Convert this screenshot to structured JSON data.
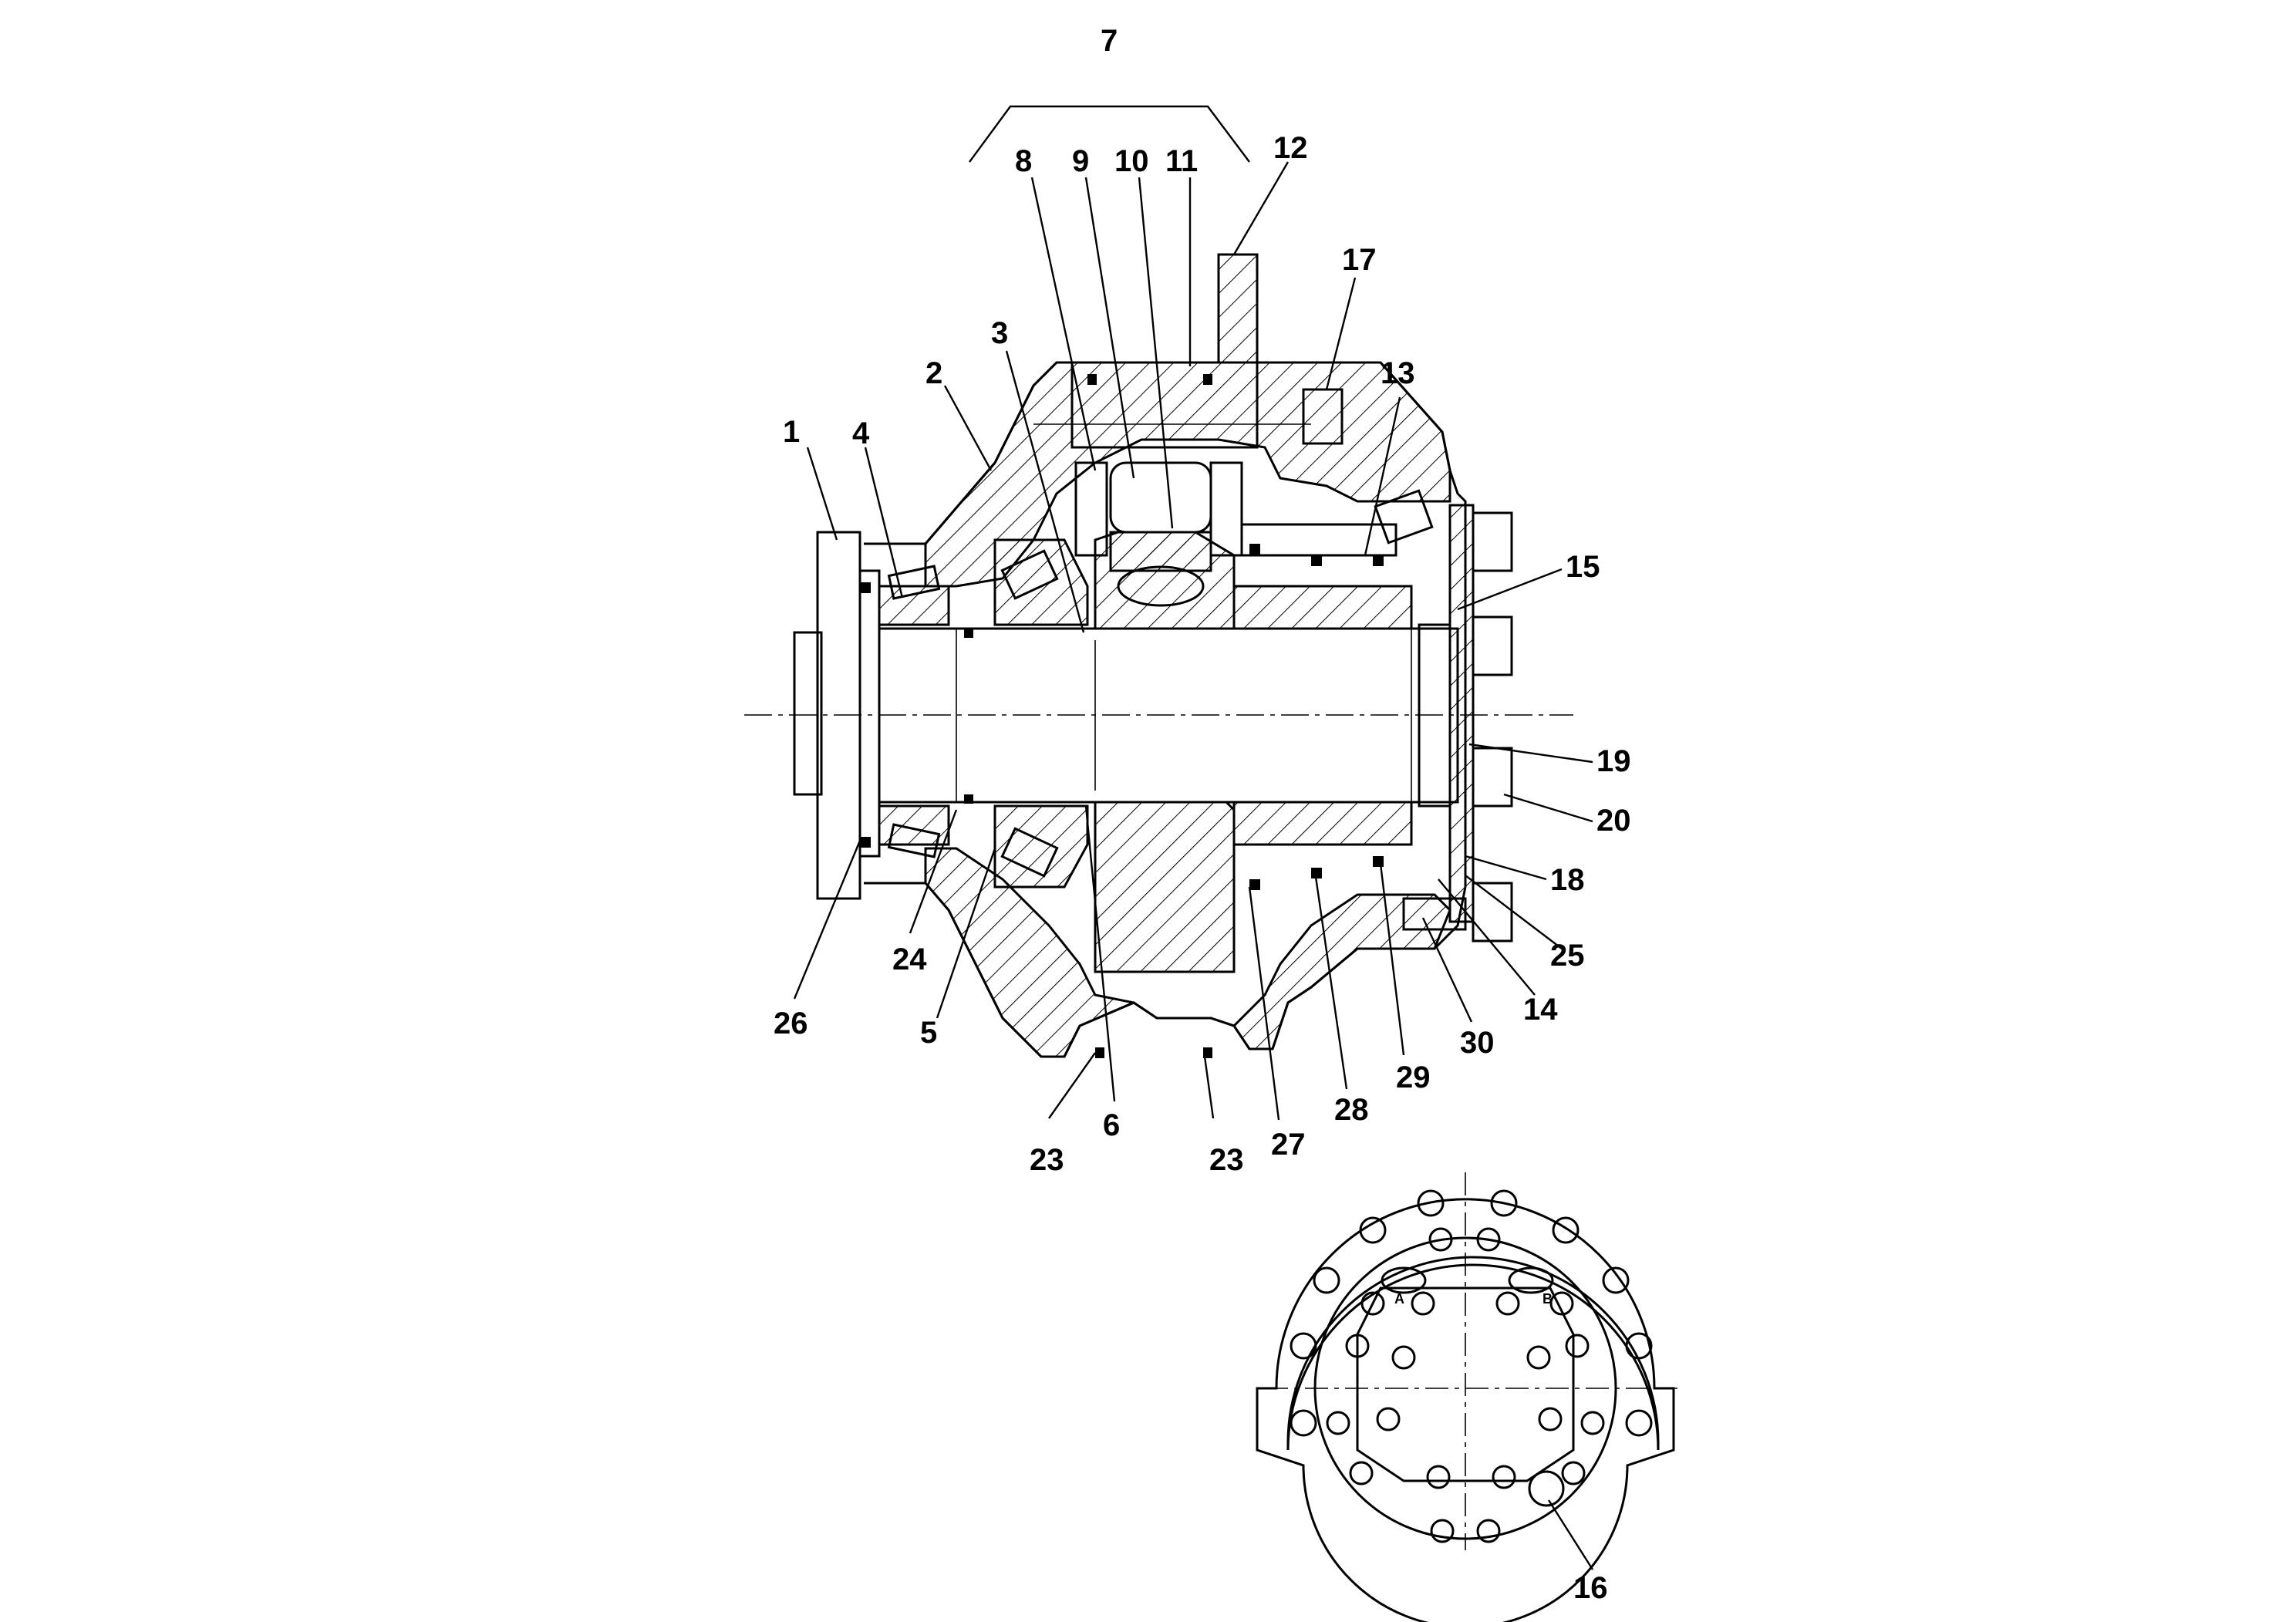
{
  "callouts": {
    "c1": "1",
    "c2": "2",
    "c3": "3",
    "c4": "4",
    "c5": "5",
    "c6": "6",
    "c7": "7",
    "c8": "8",
    "c9": "9",
    "c10": "10",
    "c11": "11",
    "c12": "12",
    "c13": "13",
    "c14": "14",
    "c15": "15",
    "c16": "16",
    "c17": "17",
    "c18": "18",
    "c19": "19",
    "c20": "20",
    "c23a": "23",
    "c23b": "23",
    "c24": "24",
    "c25": "25",
    "c26": "26",
    "c27": "27",
    "c28": "28",
    "c29": "29",
    "c30": "30"
  },
  "port_marks": {
    "a": "A",
    "b": "B"
  }
}
